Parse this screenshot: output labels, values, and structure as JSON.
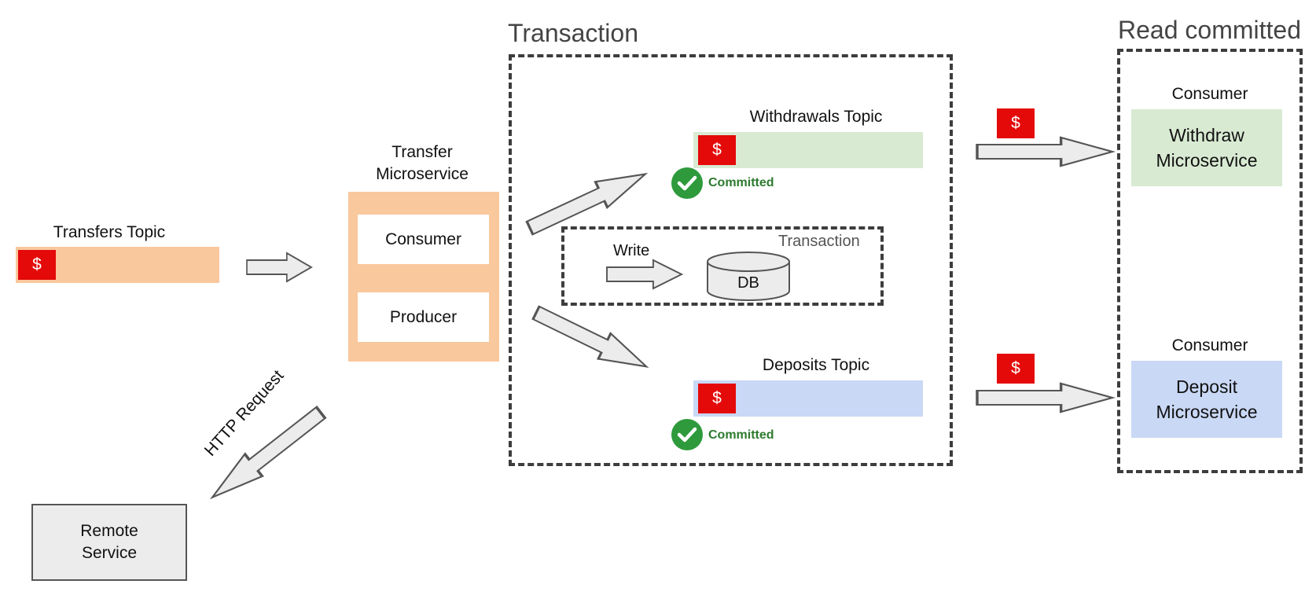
{
  "colors": {
    "transfers_topic": "#f9c89d",
    "withdrawals_topic": "#d9ead3",
    "deposits_topic": "#c9d8f5",
    "transfer_service": "#f9c89d",
    "withdraw_service": "#d9ead3",
    "deposit_service": "#c9d8f5",
    "dollar": "#e40a0a",
    "committed": "#2e9a3c",
    "remote_service": "#ececec"
  },
  "transfers_topic": {
    "label": "Transfers Topic",
    "message": "$"
  },
  "transfer_microservice": {
    "label_line1": "Transfer",
    "label_line2": "Microservice",
    "consumer": "Consumer",
    "producer": "Producer"
  },
  "http_request": "HTTP Request",
  "remote_service": {
    "line1": "Remote",
    "line2": "Service"
  },
  "transaction": {
    "label": "Transaction",
    "withdrawals_topic": {
      "label": "Withdrawals Topic",
      "message": "$",
      "status": "Committed"
    },
    "deposits_topic": {
      "label": "Deposits Topic",
      "message": "$",
      "status": "Committed"
    },
    "inner_transaction": {
      "label": "Transaction",
      "write": "Write",
      "db": "DB"
    }
  },
  "read_committed": {
    "label": "Read committed",
    "withdraw_consumer": {
      "label": "Consumer",
      "line1": "Withdraw",
      "line2": "Microservice",
      "message": "$"
    },
    "deposit_consumer": {
      "label": "Consumer",
      "line1": "Deposit",
      "line2": "Microservice",
      "message": "$"
    }
  },
  "icons": {
    "arrow": "block-arrow-icon",
    "check": "check-circle-icon",
    "database": "database-cylinder-icon"
  }
}
